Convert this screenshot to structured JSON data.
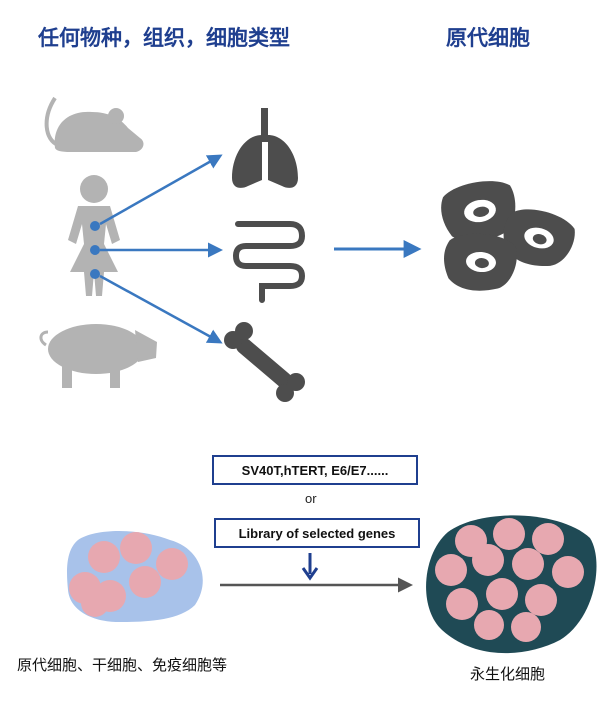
{
  "top": {
    "left_title": "任何物种，组织，细胞类型",
    "right_title": "原代细胞"
  },
  "bottom": {
    "box1_label": "SV40T,hTERT, E6/E7......",
    "or_label": "or",
    "box2_label": "Library of selected genes",
    "left_caption": "原代细胞、干细胞、免疫细胞等",
    "right_caption": "永生化细胞"
  },
  "colors": {
    "title_blue": "#1f3f8f",
    "arrow_blue": "#3a78c0",
    "silhouette_gray": "#b3b3b3",
    "organ_gray": "#4d4d4d",
    "cluster_light_blue": "#a8c2ea",
    "cluster_dark_teal": "#1f4a55",
    "cell_pink": "#e7a8b0"
  },
  "icons": [
    "mouse-icon",
    "human-icon",
    "pig-icon",
    "lung-icon",
    "intestine-icon",
    "bone-icon",
    "primary-cell-icon"
  ]
}
